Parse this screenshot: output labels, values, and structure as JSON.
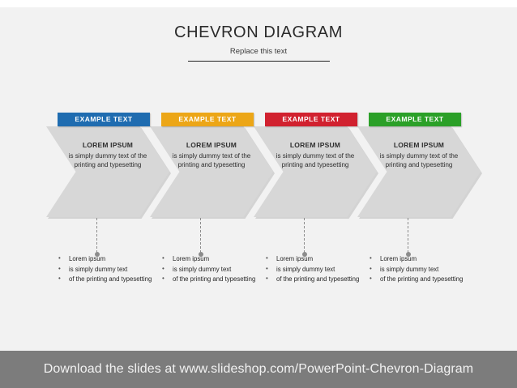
{
  "slide": {
    "title": "CHEVRON DIAGRAM",
    "subtitle": "Replace this text",
    "background_color": "#f2f2f2"
  },
  "chevrons": [
    {
      "label": "EXAMPLE TEXT",
      "color": "#1f6cb0",
      "heading": "LOREM IPSUM",
      "body": "is simply dummy text of the printing and typesetting",
      "bullets": [
        "Lorem ipsum",
        "is simply dummy text",
        "of the printing and typesetting"
      ]
    },
    {
      "label": "EXAMPLE TEXT",
      "color": "#eca617",
      "heading": "LOREM IPSUM",
      "body": "is simply dummy text of the printing and typesetting",
      "bullets": [
        "Lorem ipsum",
        "is simply dummy text",
        "of the printing and typesetting"
      ]
    },
    {
      "label": "EXAMPLE TEXT",
      "color": "#d1212f",
      "heading": "LOREM IPSUM",
      "body": "is simply dummy text of the printing and typesetting",
      "bullets": [
        "Lorem ipsum",
        "is simply dummy text",
        "of the printing and typesetting"
      ]
    },
    {
      "label": "EXAMPLE TEXT",
      "color": "#2ba028",
      "heading": "LOREM IPSUM",
      "body": "is simply dummy text of the printing and typesetting",
      "bullets": [
        "Lorem ipsum",
        "is simply dummy text",
        "of the printing and typesetting"
      ]
    }
  ],
  "footer": {
    "text": "Download the slides at www.slideshop.com/PowerPoint-Chevron-Diagram",
    "background_color": "#7c7c7c",
    "text_color": "#f2f2f2"
  }
}
